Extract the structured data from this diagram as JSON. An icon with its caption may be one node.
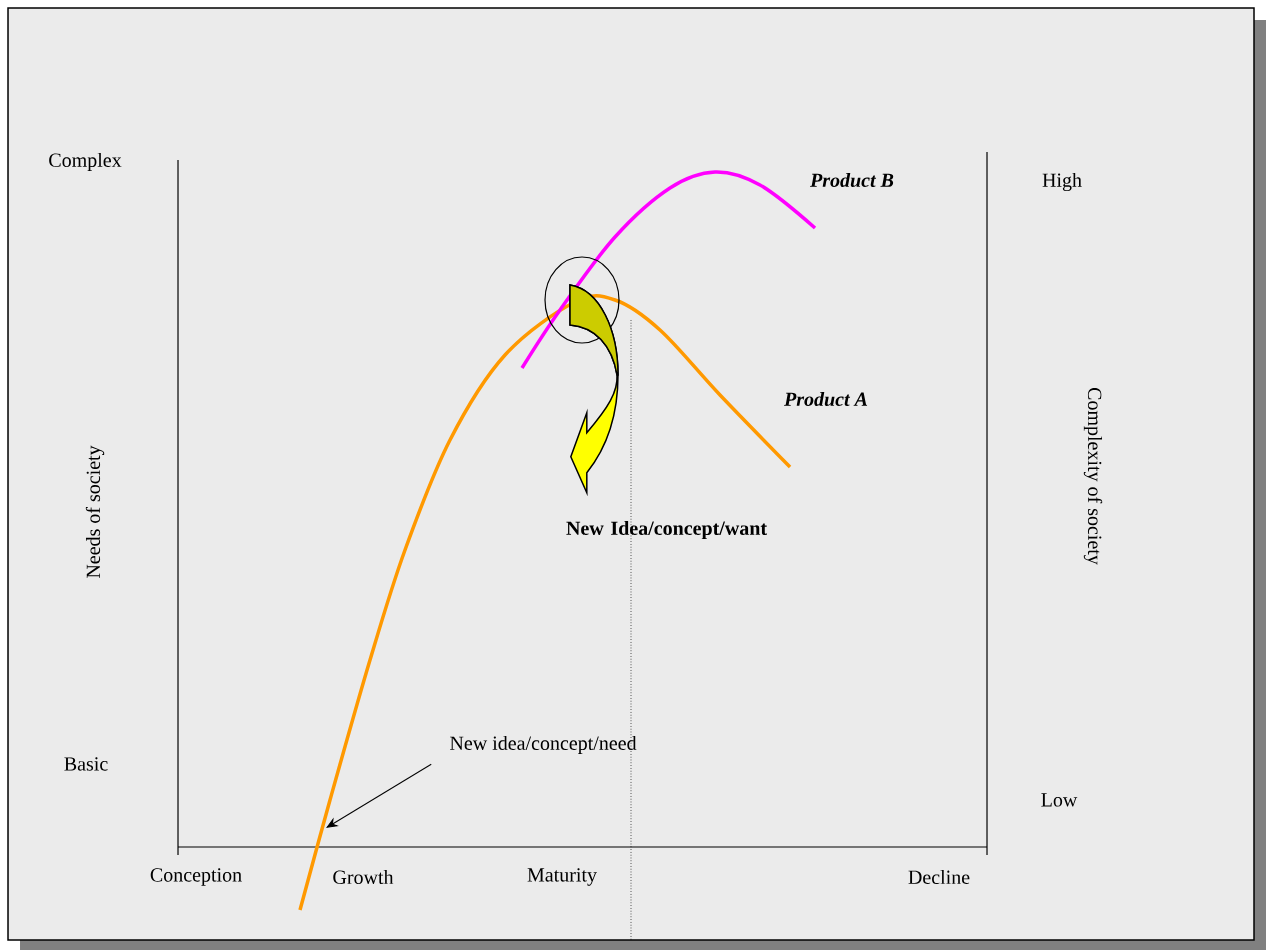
{
  "diagram": {
    "nodes": [
      {
        "text": [
          "New idea/concept/need"
        ]
      },
      {
        "text": [],
        "shape": "circle"
      },
      {
        "text": [
          "New Idea/concept/want"
        ]
      }
    ],
    "edges": [
      {
        "from": 0,
        "to": null,
        "arrow": "to"
      },
      {
        "from": 1,
        "to": 2,
        "arrow": "to",
        "style": "thick",
        "color": "#ffff00"
      }
    ],
    "labels": [
      "Complex",
      "Product B",
      "High",
      "Product A",
      "Needs of society",
      "Complexity of society",
      "Basic",
      "Low",
      "Conception",
      "Growth",
      "Maturity",
      "Decline"
    ]
  }
}
